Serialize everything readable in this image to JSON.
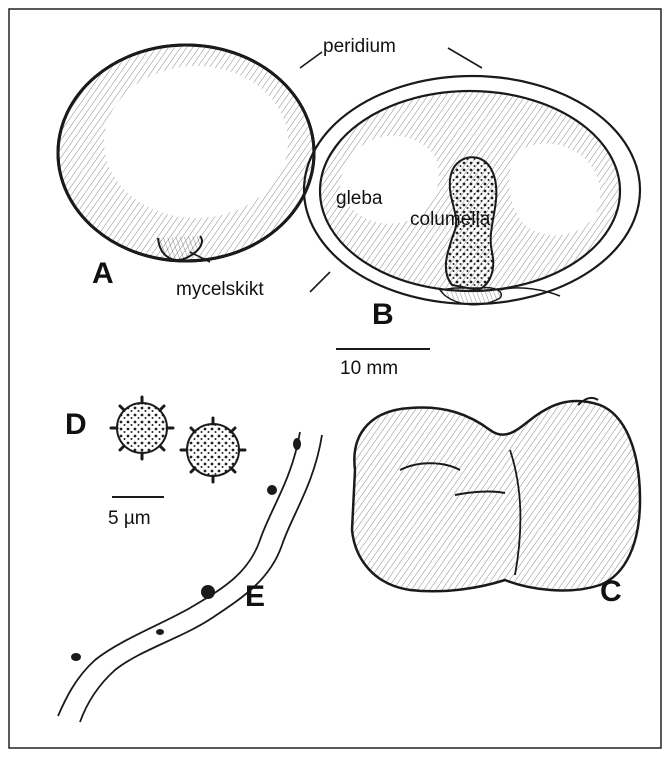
{
  "labels": {
    "peridium": "peridium",
    "gleba": "gleba",
    "columella": "columella",
    "mycelskikt": "mycelskikt"
  },
  "panels": {
    "a": "A",
    "b": "B",
    "c": "C",
    "d": "D",
    "e": "E"
  },
  "scale_bars": {
    "large": "10 mm",
    "small": "5 µm"
  }
}
